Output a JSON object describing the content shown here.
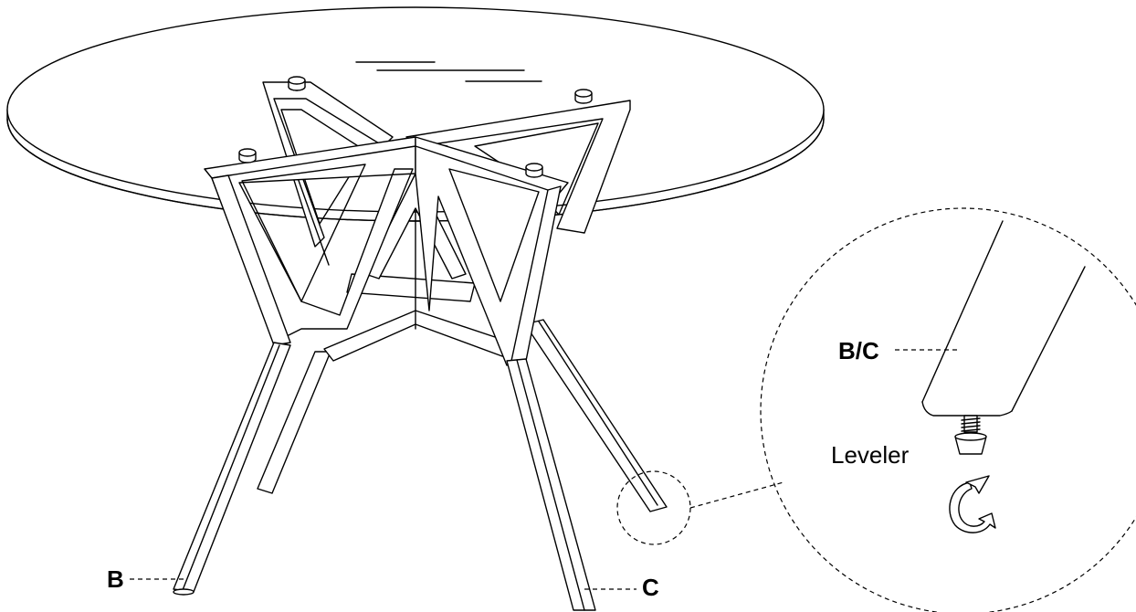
{
  "labels": {
    "leg_b": "B",
    "leg_c": "C",
    "detail_leg": "B/C",
    "leveler": "Leveler"
  }
}
